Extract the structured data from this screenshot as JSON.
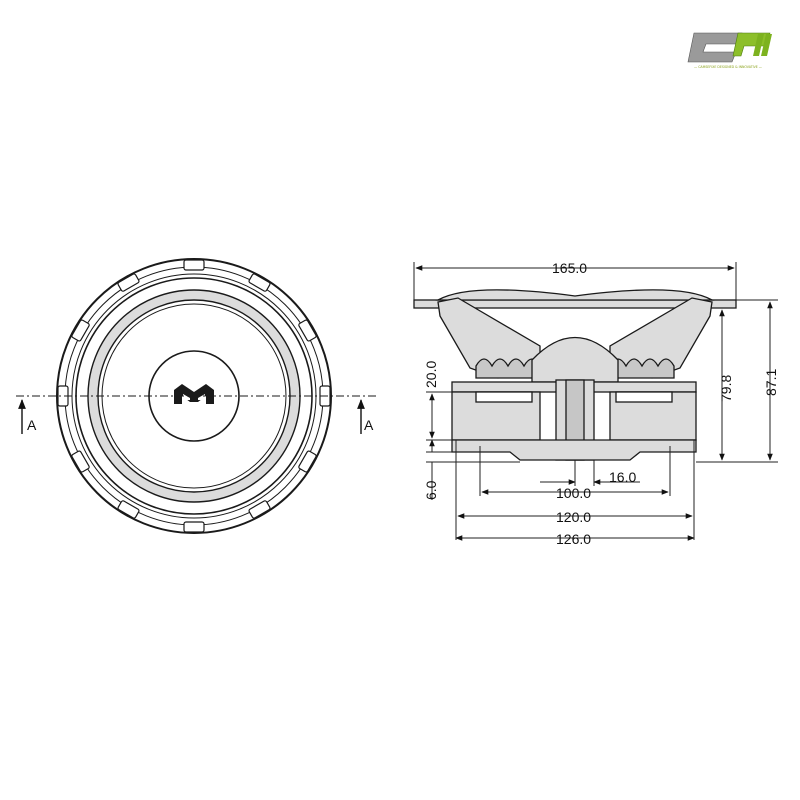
{
  "logo": {
    "name": "CPII",
    "tagline": "— CAMSEFIXE DESIGNED & INNOVATIVE —",
    "accent_color": "#7db21f",
    "dark_color": "#4a4a4a"
  },
  "front_view": {
    "section_label_left": "A",
    "section_label_right": "A",
    "badge_icon": "m-logo-icon"
  },
  "side_view": {
    "dims": {
      "overall_width": "165.0",
      "magnet_width": "100.0",
      "frame_width": "120.0",
      "base_width": "126.0",
      "pole_width": "16.0",
      "height_overall": "87.1",
      "height_mount": "79.8",
      "height_magnet": "20.0",
      "height_plate": "6.0"
    }
  },
  "colors": {
    "cone_fill": "#dcdcdc",
    "outline": "#1a1a1a",
    "dim_line": "#222222"
  }
}
